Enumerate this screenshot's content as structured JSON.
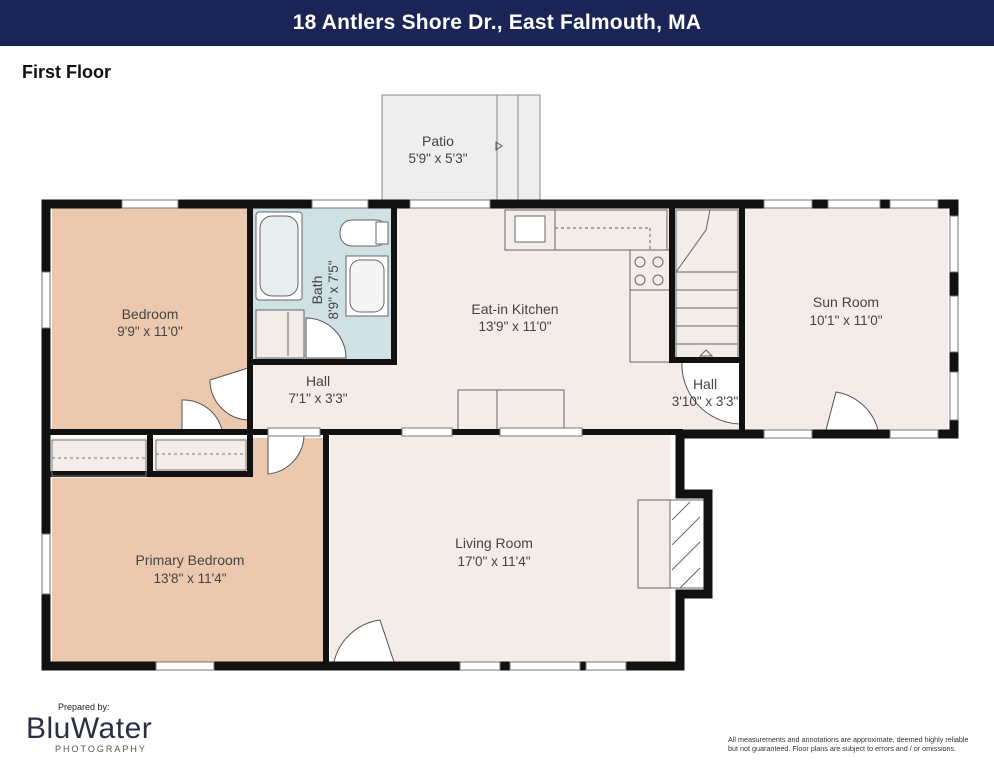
{
  "header": {
    "title": "18 Antlers Shore Dr., East Falmouth, MA"
  },
  "floor_label": "First Floor",
  "rooms": {
    "patio": {
      "name": "Patio",
      "dims": "5'9\" x 5'3\""
    },
    "bedroom": {
      "name": "Bedroom",
      "dims": "9'9\" x 11'0\""
    },
    "bath": {
      "name": "Bath",
      "dims": "8'9\" x 7'5\""
    },
    "kitchen": {
      "name": "Eat-in Kitchen",
      "dims": "13'9\" x 11'0\""
    },
    "sun_room": {
      "name": "Sun Room",
      "dims": "10'1\" x 11'0\""
    },
    "hall_left": {
      "name": "Hall",
      "dims": "7'1\" x 3'3\""
    },
    "hall_right": {
      "name": "Hall",
      "dims": "3'10\" x 3'3\""
    },
    "primary_bedroom": {
      "name": "Primary Bedroom",
      "dims": "13'8\" x 11'4\""
    },
    "living_room": {
      "name": "Living Room",
      "dims": "17'0\" x 11'4\""
    }
  },
  "colors": {
    "header_bg": "#1b2456",
    "bedroom_fill": "#ecc9ae",
    "bath_fill": "#cfe1e4",
    "floor_fill": "#f3ece8",
    "wall": "#111111"
  },
  "footer": {
    "prepared_by": "Prepared by:",
    "brand_part1": "Blu",
    "brand_part2": "Water",
    "brand_sub": "PHOTOGRAPHY",
    "disclaimer": "All measurements and annotations are approximate, deemed highly reliable but not guaranteed. Floor plans are subject to errors and / or omissions."
  }
}
